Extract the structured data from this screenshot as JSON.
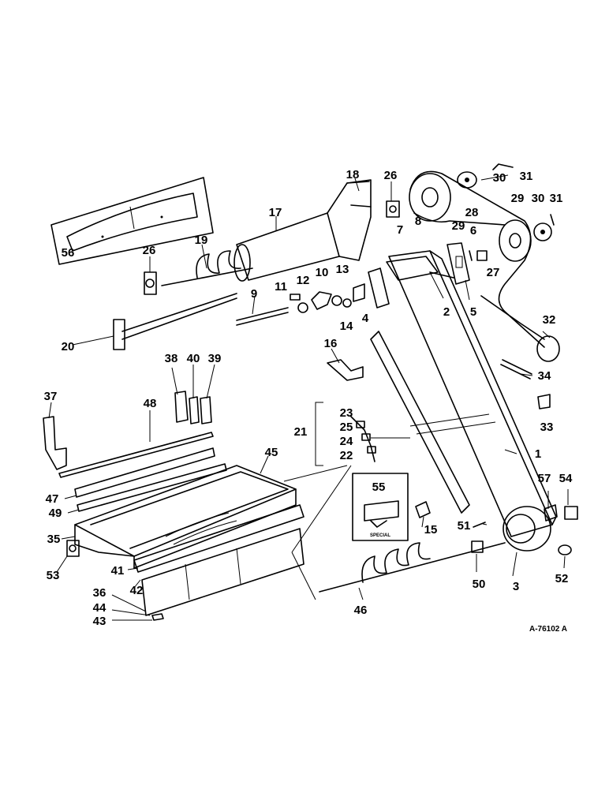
{
  "figure_id": "A-76102 A",
  "special_label": "SPECIAL",
  "parts": [
    {
      "id": "p1",
      "label": "1"
    },
    {
      "id": "p2",
      "label": "2"
    },
    {
      "id": "p3",
      "label": "3"
    },
    {
      "id": "p4",
      "label": "4"
    },
    {
      "id": "p5",
      "label": "5"
    },
    {
      "id": "p6",
      "label": "6"
    },
    {
      "id": "p7",
      "label": "7"
    },
    {
      "id": "p8",
      "label": "8"
    },
    {
      "id": "p9",
      "label": "9"
    },
    {
      "id": "p10",
      "label": "10"
    },
    {
      "id": "p11",
      "label": "11"
    },
    {
      "id": "p12",
      "label": "12"
    },
    {
      "id": "p13",
      "label": "13"
    },
    {
      "id": "p14",
      "label": "14"
    },
    {
      "id": "p15",
      "label": "15"
    },
    {
      "id": "p16",
      "label": "16"
    },
    {
      "id": "p17",
      "label": "17"
    },
    {
      "id": "p18",
      "label": "18"
    },
    {
      "id": "p19",
      "label": "19"
    },
    {
      "id": "p20",
      "label": "20"
    },
    {
      "id": "p21",
      "label": "21"
    },
    {
      "id": "p22",
      "label": "22"
    },
    {
      "id": "p23",
      "label": "23"
    },
    {
      "id": "p24",
      "label": "24"
    },
    {
      "id": "p25",
      "label": "25"
    },
    {
      "id": "p26a",
      "label": "26"
    },
    {
      "id": "p26b",
      "label": "26"
    },
    {
      "id": "p27",
      "label": "27"
    },
    {
      "id": "p28",
      "label": "28"
    },
    {
      "id": "p29a",
      "label": "29"
    },
    {
      "id": "p29b",
      "label": "29"
    },
    {
      "id": "p30a",
      "label": "30"
    },
    {
      "id": "p30b",
      "label": "30"
    },
    {
      "id": "p31a",
      "label": "31"
    },
    {
      "id": "p31b",
      "label": "31"
    },
    {
      "id": "p32",
      "label": "32"
    },
    {
      "id": "p33",
      "label": "33"
    },
    {
      "id": "p34",
      "label": "34"
    },
    {
      "id": "p35",
      "label": "35"
    },
    {
      "id": "p36",
      "label": "36"
    },
    {
      "id": "p37",
      "label": "37"
    },
    {
      "id": "p38",
      "label": "38"
    },
    {
      "id": "p39",
      "label": "39"
    },
    {
      "id": "p40",
      "label": "40"
    },
    {
      "id": "p41",
      "label": "41"
    },
    {
      "id": "p42",
      "label": "42"
    },
    {
      "id": "p43",
      "label": "43"
    },
    {
      "id": "p44",
      "label": "44"
    },
    {
      "id": "p45",
      "label": "45"
    },
    {
      "id": "p46",
      "label": "46"
    },
    {
      "id": "p47",
      "label": "47"
    },
    {
      "id": "p48",
      "label": "48"
    },
    {
      "id": "p49",
      "label": "49"
    },
    {
      "id": "p50",
      "label": "50"
    },
    {
      "id": "p51",
      "label": "51"
    },
    {
      "id": "p52",
      "label": "52"
    },
    {
      "id": "p53",
      "label": "53"
    },
    {
      "id": "p54",
      "label": "54"
    },
    {
      "id": "p55",
      "label": "55"
    },
    {
      "id": "p56",
      "label": "56"
    },
    {
      "id": "p57",
      "label": "57"
    }
  ]
}
